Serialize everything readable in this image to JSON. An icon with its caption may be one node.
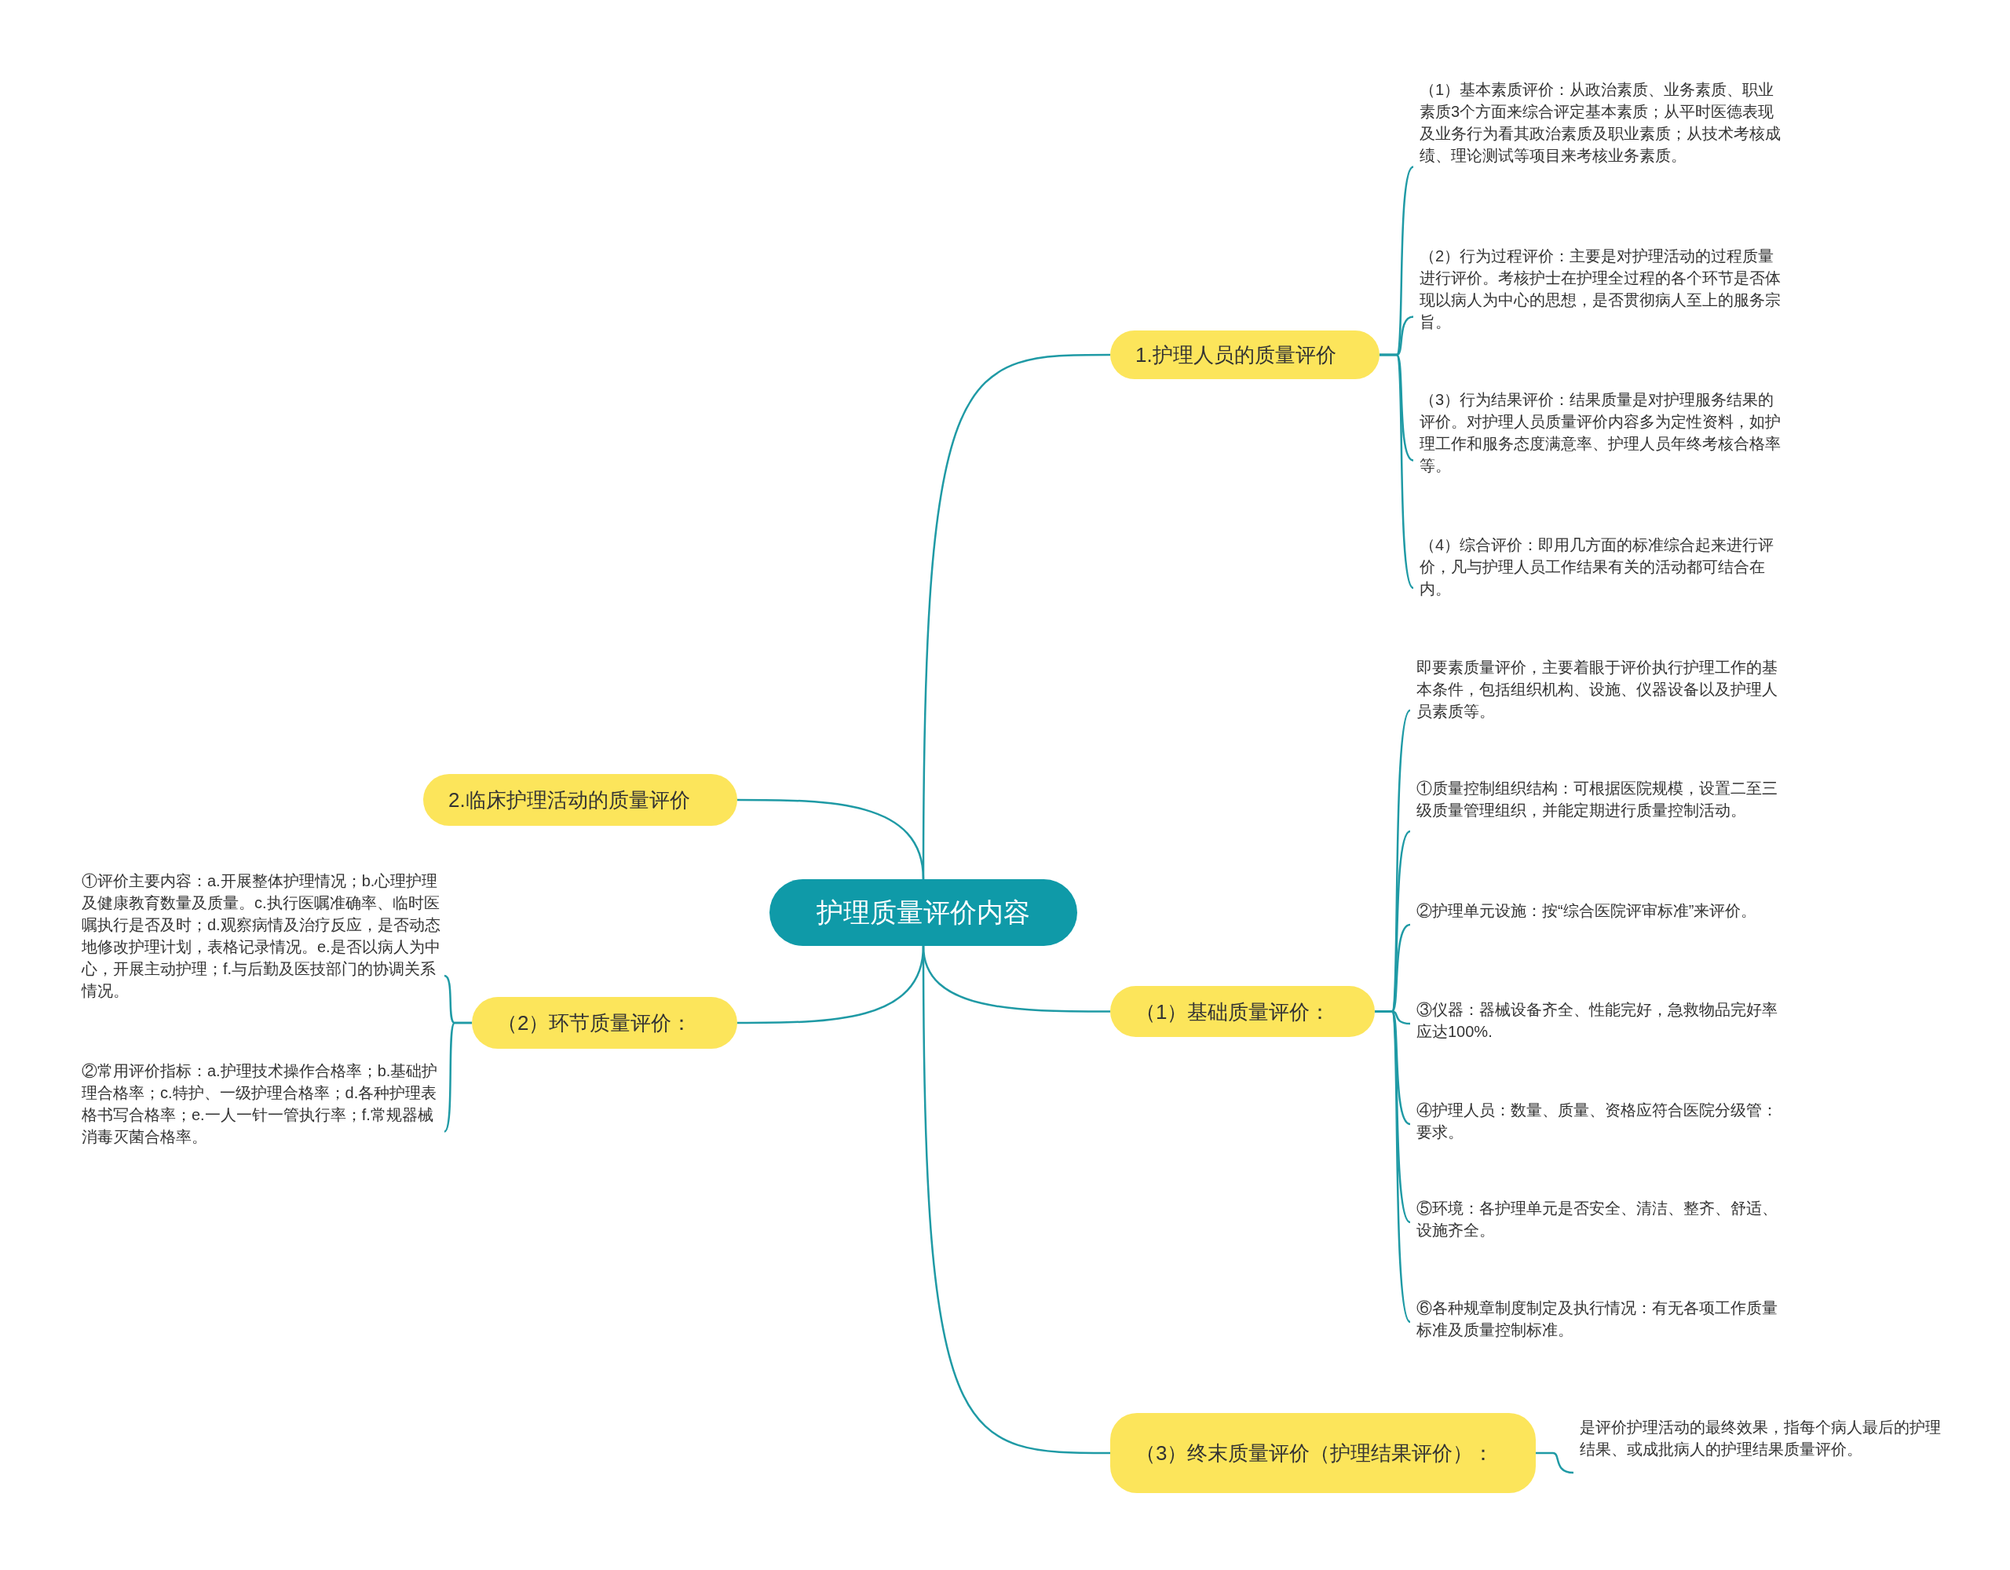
{
  "diagram": {
    "nodes": [
      {
        "text": [
          "护理质量评价内容"
        ]
      },
      {
        "text": [
          "1.护理人员的质量评价"
        ]
      },
      {
        "text": [
          "（1）基本素质评价：从政治素质、业务素质、职业素质3个方面来综合评定基本素质；从平时医德表现及业务行为看其政治素质及职业素质；从技术考核成绩、理论测试等项目来考核业务素质。"
        ]
      },
      {
        "text": [
          "（2）行为过程评价：主要是对护理活动的过程质量进行评价。考核护士在护理全过程的各个环节是否体现以病人为中心的思想，是否贯彻病人至上的服务宗旨。"
        ]
      },
      {
        "text": [
          "（3）行为结果评价：结果质量是对护理服务结果的评价。对护理人员质量评价内容多为定性资料，如护理工作和服务态度满意率、护理人员年终考核合格率等。"
        ]
      },
      {
        "text": [
          "（4）综合评价：即用几方面的标准综合起来进行评价，凡与护理人员工作结果有关的活动都可结合在内。"
        ]
      },
      {
        "text": [
          "2.临床护理活动的质量评价"
        ]
      },
      {
        "text": [
          "（1）基础质量评价："
        ]
      },
      {
        "text": [
          "即要素质量评价，主要着眼于评价执行护理工作的基本条件，包括组织机构、设施、仪器设备以及护理人员素质等。"
        ]
      },
      {
        "text": [
          "①质量控制组织结构：可根据医院规模，设置二至三级质量管理组织，并能定期进行质量控制活动。"
        ]
      },
      {
        "text": [
          "②护理单元设施：按“综合医院评审标准”来评价。"
        ]
      },
      {
        "text": [
          "③仪器：器械设备齐全、性能完好，急救物品完好率应达100%."
        ]
      },
      {
        "text": [
          "④护理人员：数量、质量、资格应符合医院分级管：要求。"
        ]
      },
      {
        "text": [
          "⑤环境：各护理单元是否安全、清洁、整齐、舒适、设施齐全。"
        ]
      },
      {
        "text": [
          "⑥各种规章制度制定及执行情况：有无各项工作质量标准及质量控制标准。"
        ]
      },
      {
        "text": [
          "（2）环节质量评价："
        ]
      },
      {
        "text": [
          "①评价主要内容：a.开展整体护理情况；b.心理护理及健康教育数量及质量。c.执行医嘱准确率、临时医嘱执行是否及时；d.观察病情及治疗反应，是否动态地修改护理计划，表格记录情况。e.是否以病人为中心，开展主动护理；f.与后勤及医技部门的协调关系情况。"
        ]
      },
      {
        "text": [
          "②常用评价指标：a.护理技术操作合格率；b.基础护理合格率；c.特护、一级护理合格率；d.各种护理表格书写合格率；e.一人一针一管执行率；f.常规器械消毒灭菌合格率。"
        ]
      },
      {
        "text": [
          "（3）终末质量评价（护理结果评价）："
        ]
      },
      {
        "text": [
          "是评价护理活动的最终效果，指每个病人最后的护理结果、或成批病人的护理结果质量评价。"
        ]
      }
    ],
    "edges": [
      {
        "from": 0,
        "to": 1,
        "arrow": "none"
      },
      {
        "from": 1,
        "to": 2,
        "arrow": "none"
      },
      {
        "from": 1,
        "to": 3,
        "arrow": "none"
      },
      {
        "from": 1,
        "to": 4,
        "arrow": "none"
      },
      {
        "from": 1,
        "to": 5,
        "arrow": "none"
      },
      {
        "from": 0,
        "to": 6,
        "arrow": "none"
      },
      {
        "from": 0,
        "to": 7,
        "arrow": "none"
      },
      {
        "from": 7,
        "to": 8,
        "arrow": "none"
      },
      {
        "from": 7,
        "to": 9,
        "arrow": "none"
      },
      {
        "from": 7,
        "to": 10,
        "arrow": "none"
      },
      {
        "from": 7,
        "to": 11,
        "arrow": "none"
      },
      {
        "from": 7,
        "to": 12,
        "arrow": "none"
      },
      {
        "from": 7,
        "to": 13,
        "arrow": "none"
      },
      {
        "from": 7,
        "to": 14,
        "arrow": "none"
      },
      {
        "from": 0,
        "to": 15,
        "arrow": "none"
      },
      {
        "from": 15,
        "to": 16,
        "arrow": "none"
      },
      {
        "from": 15,
        "to": 17,
        "arrow": "none"
      },
      {
        "from": 0,
        "to": 18,
        "arrow": "none"
      },
      {
        "from": 18,
        "to": 19,
        "arrow": "none"
      }
    ]
  }
}
